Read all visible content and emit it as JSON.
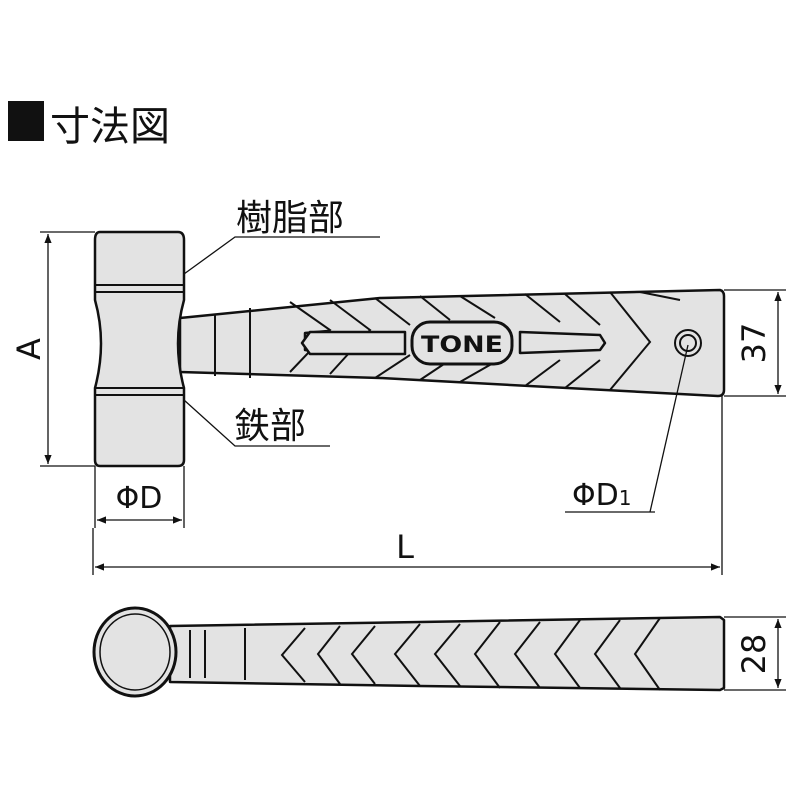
{
  "title": "寸法図",
  "labels": {
    "resin_part": "樹脂部",
    "iron_part": "鉄部",
    "logo": "TONE"
  },
  "dimensions": {
    "A": "A",
    "D": "ΦD",
    "L": "L",
    "width_top": "37",
    "D1_main": "ΦD",
    "D1_sub": "1",
    "width_bottom": "28"
  },
  "colors": {
    "fill": "#e3e3e3",
    "stroke": "#111111"
  }
}
